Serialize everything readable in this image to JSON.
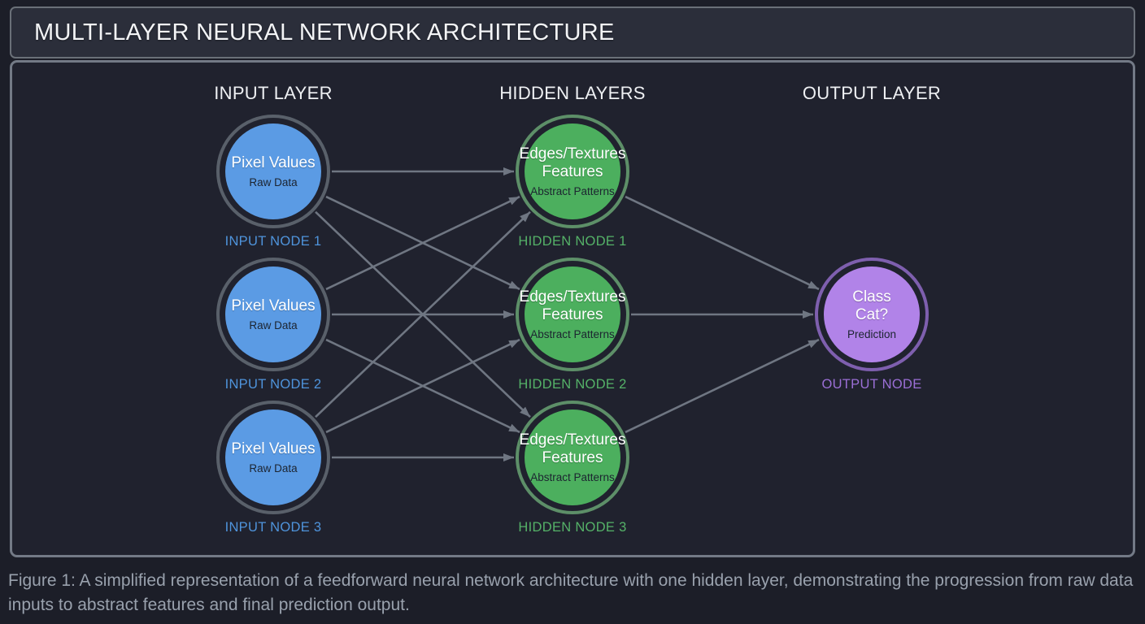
{
  "title": "MULTI-LAYER NEURAL NETWORK ARCHITECTURE",
  "caption": "Figure 1: A simplified representation of a feedforward neural network architecture with one hidden layer, demonstrating the progression from raw data inputs to abstract features and final prediction output.",
  "diagram": {
    "connector_color": "#6f7682",
    "headers": {
      "input": "INPUT LAYER",
      "hidden": "HIDDEN LAYERS",
      "output": "OUTPUT LAYER"
    },
    "nodes": [
      {
        "id": "input-1",
        "title": "Pixel Values",
        "subtitle": "Raw Data",
        "label": "INPUT NODE 1",
        "colors": {
          "fill": "#5b9be4",
          "ring": "#59606a",
          "label": "#4f94dc"
        }
      },
      {
        "id": "input-2",
        "title": "Pixel Values",
        "subtitle": "Raw Data",
        "label": "INPUT NODE 2",
        "colors": {
          "fill": "#5b9be4",
          "ring": "#59606a",
          "label": "#4f94dc"
        }
      },
      {
        "id": "input-3",
        "title": "Pixel Values",
        "subtitle": "Raw Data",
        "label": "INPUT NODE 3",
        "colors": {
          "fill": "#5b9be4",
          "ring": "#59606a",
          "label": "#4f94dc"
        }
      },
      {
        "id": "hidden-1",
        "title": "Edges/Textures\nFeatures",
        "subtitle": "Abstract Patterns",
        "label": "HIDDEN NODE 1",
        "colors": {
          "fill": "#4caf5e",
          "ring": "#5d8f68",
          "label": "#55b268"
        }
      },
      {
        "id": "hidden-2",
        "title": "Edges/Textures\nFeatures",
        "subtitle": "Abstract Patterns",
        "label": "HIDDEN NODE 2",
        "colors": {
          "fill": "#4caf5e",
          "ring": "#5d8f68",
          "label": "#55b268"
        }
      },
      {
        "id": "hidden-3",
        "title": "Edges/Textures\nFeatures",
        "subtitle": "Abstract Patterns",
        "label": "HIDDEN NODE 3",
        "colors": {
          "fill": "#4caf5e",
          "ring": "#5d8f68",
          "label": "#55b268"
        }
      },
      {
        "id": "output-1",
        "title": "Class\nCat?",
        "subtitle": "Prediction",
        "label": "OUTPUT NODE",
        "colors": {
          "fill": "#b183e8",
          "ring": "#7e5fae",
          "label": "#9b6fd6"
        }
      }
    ],
    "connections": [
      {
        "from": "input-1",
        "to": "hidden-1"
      },
      {
        "from": "input-1",
        "to": "hidden-2"
      },
      {
        "from": "input-1",
        "to": "hidden-3"
      },
      {
        "from": "input-2",
        "to": "hidden-1"
      },
      {
        "from": "input-2",
        "to": "hidden-2"
      },
      {
        "from": "input-2",
        "to": "hidden-3"
      },
      {
        "from": "input-3",
        "to": "hidden-1"
      },
      {
        "from": "input-3",
        "to": "hidden-2"
      },
      {
        "from": "input-3",
        "to": "hidden-3"
      },
      {
        "from": "hidden-1",
        "to": "output-1"
      },
      {
        "from": "hidden-2",
        "to": "output-1"
      },
      {
        "from": "hidden-3",
        "to": "output-1"
      }
    ]
  }
}
